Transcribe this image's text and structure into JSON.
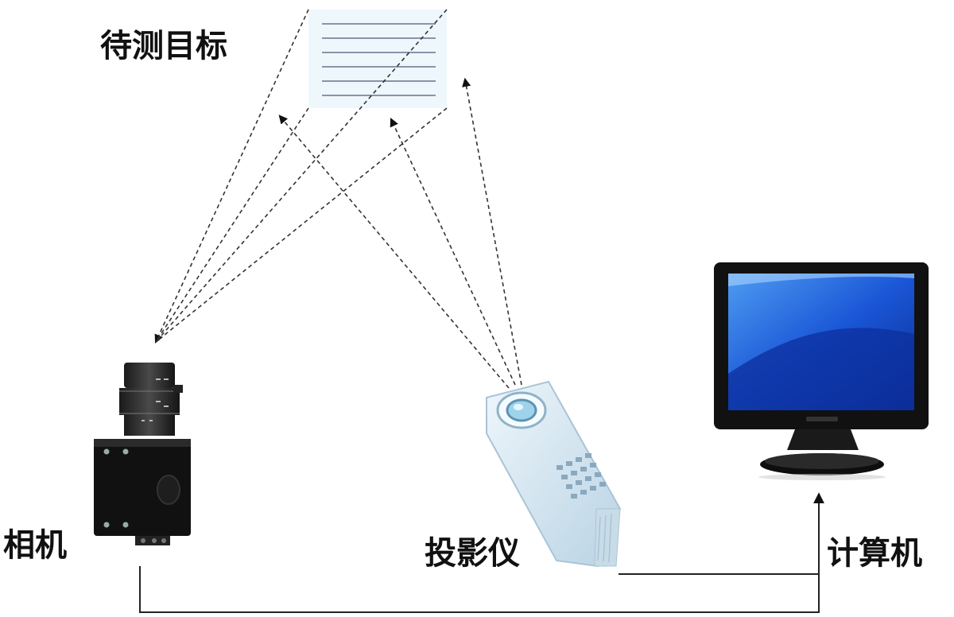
{
  "labels": {
    "target": "待测目标",
    "camera": "相机",
    "projector": "投影仪",
    "computer": "计算机"
  },
  "colors": {
    "ray": "#333333",
    "wire": "#222222",
    "target_bg": "#eef7fb",
    "target_lines": "#8a93a8",
    "monitor_screen": "#1a4fd0",
    "projector_body": "#d6e7f2",
    "camera_body": "#111111"
  },
  "icons": {
    "camera": "industrial-camera-icon",
    "projector": "projector-icon",
    "computer": "monitor-icon",
    "target": "fringe-target-icon"
  }
}
